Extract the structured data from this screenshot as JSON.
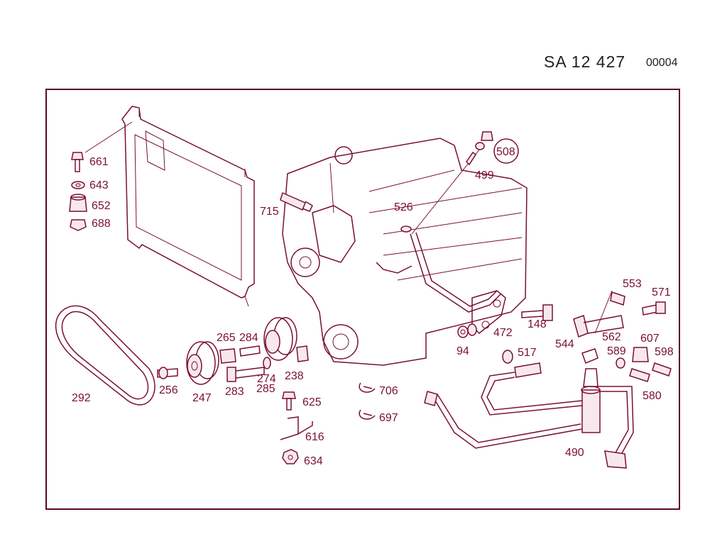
{
  "header": {
    "code": "SA 12 427",
    "number": "00004"
  },
  "callouts": {
    "c661": "661",
    "c643": "643",
    "c652": "652",
    "c688": "688",
    "c715": "715",
    "c526": "526",
    "c508": "508",
    "c499": "499",
    "c553": "553",
    "c571": "571",
    "c148": "148",
    "c472": "472",
    "c544": "544",
    "c562": "562",
    "c607": "607",
    "c94": "94",
    "c517": "517",
    "c589": "589",
    "c598": "598",
    "c580": "580",
    "c490": "490",
    "c292": "292",
    "c256": "256",
    "c247": "247",
    "c265": "265",
    "c284": "284",
    "c283": "283",
    "c274": "274",
    "c285": "285",
    "c238": "238",
    "c706": "706",
    "c697": "697",
    "c625": "625",
    "c616": "616",
    "c634": "634"
  },
  "colors": {
    "line": "#7a1030",
    "frame": "#5a0a22",
    "header": "#222222"
  }
}
